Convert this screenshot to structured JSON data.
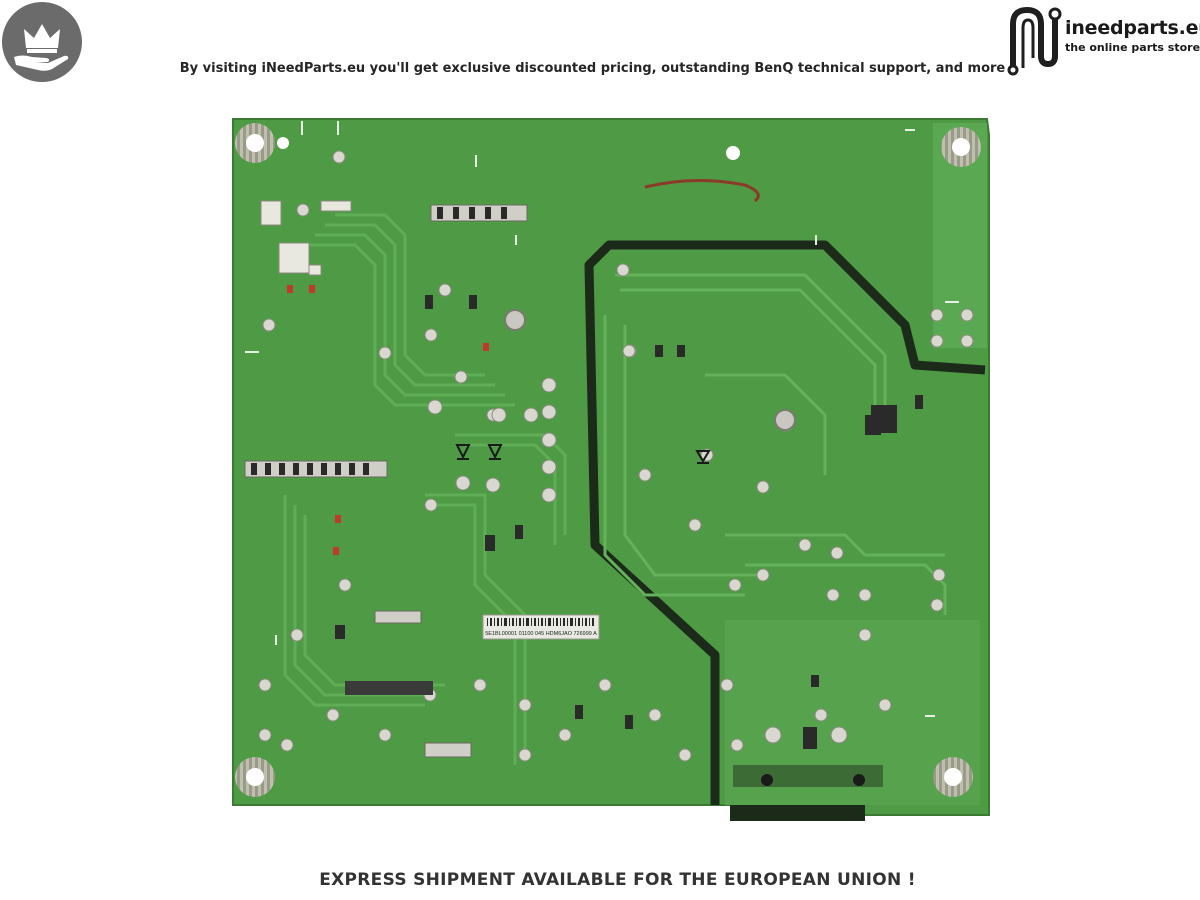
{
  "header": {
    "promo_text": "By visiting iNeedParts.eu you'll get exclusive discounted pricing, outstanding BenQ technical support, and more",
    "badge_icon": "crown-hand-icon",
    "badge_color": "#6b6b6b"
  },
  "logo": {
    "name": "ineedparts.eu",
    "tagline": "the online parts store",
    "icon": "circuit-n-icon"
  },
  "product_image": {
    "icon": "power-board-photo",
    "pcb_color": "#4e9a45",
    "trace_color": "#5fae55",
    "barcode_label": "5E1BL00001 01100 045 HDM6JAO   726999 A"
  },
  "footer": {
    "shipping_text": "EXPRESS SHIPMENT AVAILABLE FOR THE EUROPEAN UNION !"
  }
}
